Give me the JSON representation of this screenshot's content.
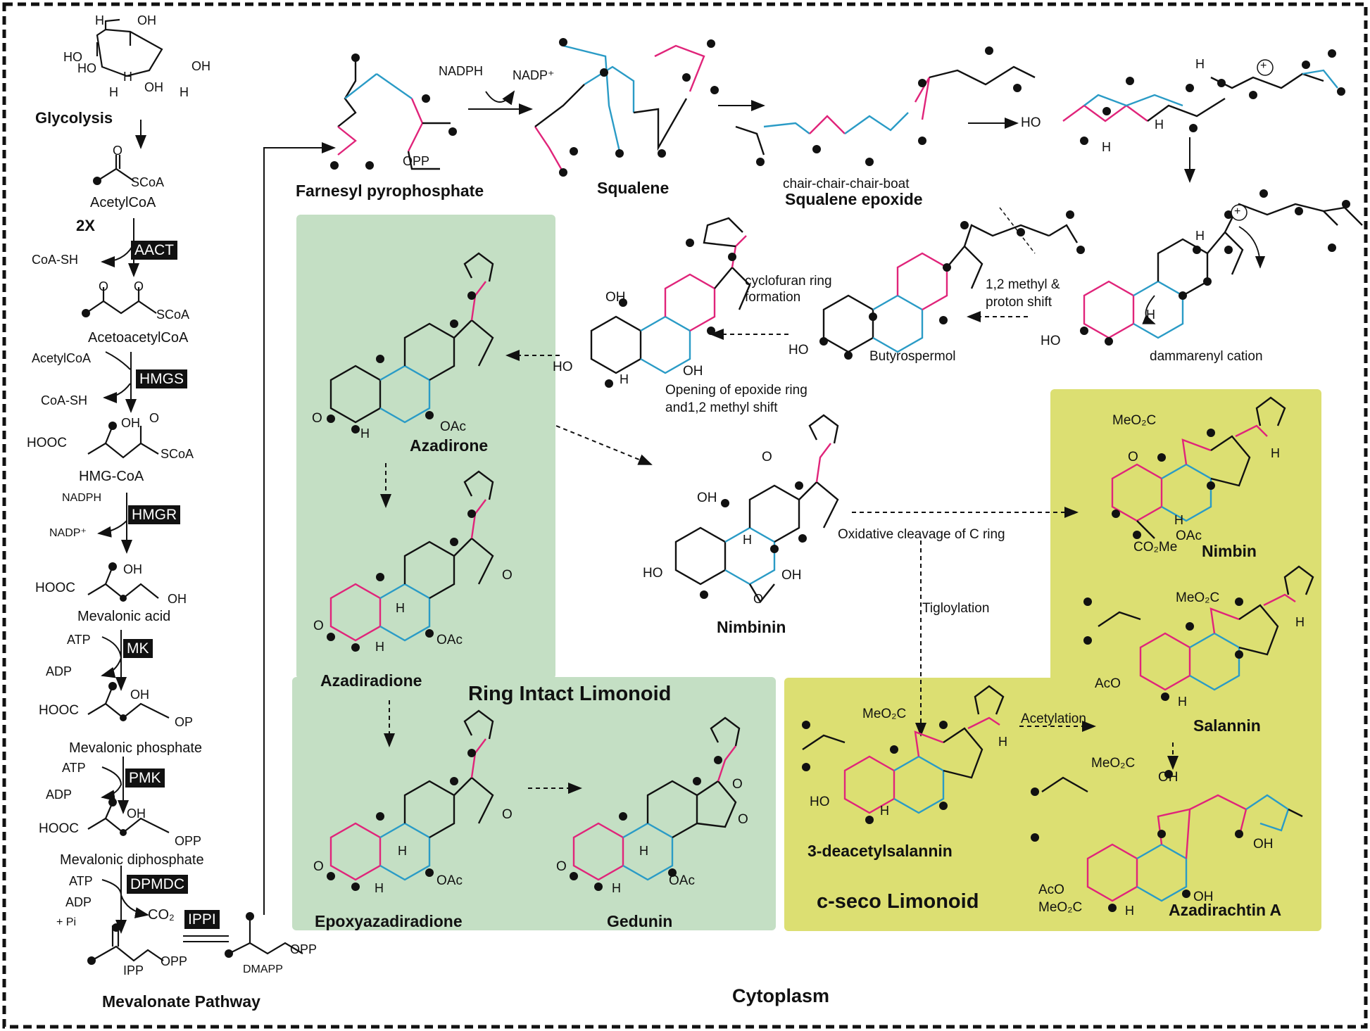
{
  "colors": {
    "green_region": "#c4dfc4",
    "yellow_region": "#dcdf72",
    "pink": "#e0247a",
    "blue": "#2a9bc6",
    "ink": "#111111"
  },
  "compartment_label": "Cytoplasm",
  "mevalonate": {
    "title": "Mevalonate Pathway",
    "glycolysis": "Glycolysis",
    "glucose_labels": {
      "h1": "H",
      "oh1": "OH",
      "ho1": "HO",
      "ho2": "HO",
      "oh2": "OH",
      "h2": "H",
      "h3": "H",
      "oh3": "OH",
      "h4": "H"
    },
    "acetyl_coa": "AcetylCoA",
    "scoa": "SCoA",
    "twox": "2X",
    "coa_sh": "CoA-SH",
    "acetoacetyl_coa": "AcetoacetylCoA",
    "acetyl_coa_in": "AcetylCoA",
    "hmg_coa": "HMG-CoA",
    "hooc": "HOOC",
    "oh": "OH",
    "nadph": "NADPH",
    "nadp": "NADP⁺",
    "mevalonic_acid": "Mevalonic acid",
    "atp": "ATP",
    "adp": "ADP",
    "mevalonic_phosphate": "Mevalonic phosphate",
    "op": "OP",
    "mevalonic_diphosphate": "Mevalonic diphosphate",
    "opp": "OPP",
    "pi": "+ Pi",
    "co2": "CO₂",
    "ipp": "IPP",
    "dmapp": "DMAPP",
    "o": "O",
    "enzymes": [
      "AACT",
      "HMGS",
      "HMGR",
      "MK",
      "PMK",
      "DPMDC",
      "IPPI"
    ]
  },
  "top_row": {
    "farnesyl": "Farnesyl pyrophosphate",
    "opp": "OPP",
    "nadph": "NADPH",
    "nadp": "NADP⁺",
    "squalene": "Squalene",
    "chair_note": "chair-chair-chair-boat",
    "squalene_epoxide": "Squalene epoxide",
    "ho": "HO",
    "h": "H",
    "plus": "+"
  },
  "middle_row": {
    "dammarenyl": "dammarenyl cation",
    "methyl_shift": "1,2 methyl &",
    "proton_shift": "proton shift",
    "butyrospermol": "Butyrospermol",
    "cyclofuran1": "cyclofuran ring",
    "cyclofuran2": "formation",
    "epoxide_open1": "Opening of epoxide ring",
    "epoxide_open2": "and1,2 methyl shift",
    "oh": "OH",
    "ho": "HO",
    "h": "H"
  },
  "ring_intact": {
    "title": "Ring Intact Limonoid",
    "azadirone": "Azadirone",
    "azadiradione": "Azadiradione",
    "epoxyazadiradione": "Epoxyazadiradione",
    "gedunin": "Gedunin",
    "oac": "OAc",
    "h": "H",
    "o": "O"
  },
  "nimbinin": {
    "name": "Nimbinin",
    "oxidative": "Oxidative cleavage of C ring",
    "tigloylation": "Tigloylation",
    "oh": "OH",
    "ho": "HO",
    "h": "H",
    "o": "O"
  },
  "c_seco": {
    "title": "c-seco Limonoid",
    "nimbin": "Nimbin",
    "salannin": "Salannin",
    "deacetyl": "3-deacetylsalannin",
    "azadirachtin": "Azadirachtin A",
    "acetylation": "Acetylation",
    "meo2c": "MeO₂C",
    "co2me": "CO₂Me",
    "oac": "OAc",
    "aco": "AcO",
    "ho": "HO",
    "oh": "OH",
    "h": "H",
    "o": "O"
  }
}
